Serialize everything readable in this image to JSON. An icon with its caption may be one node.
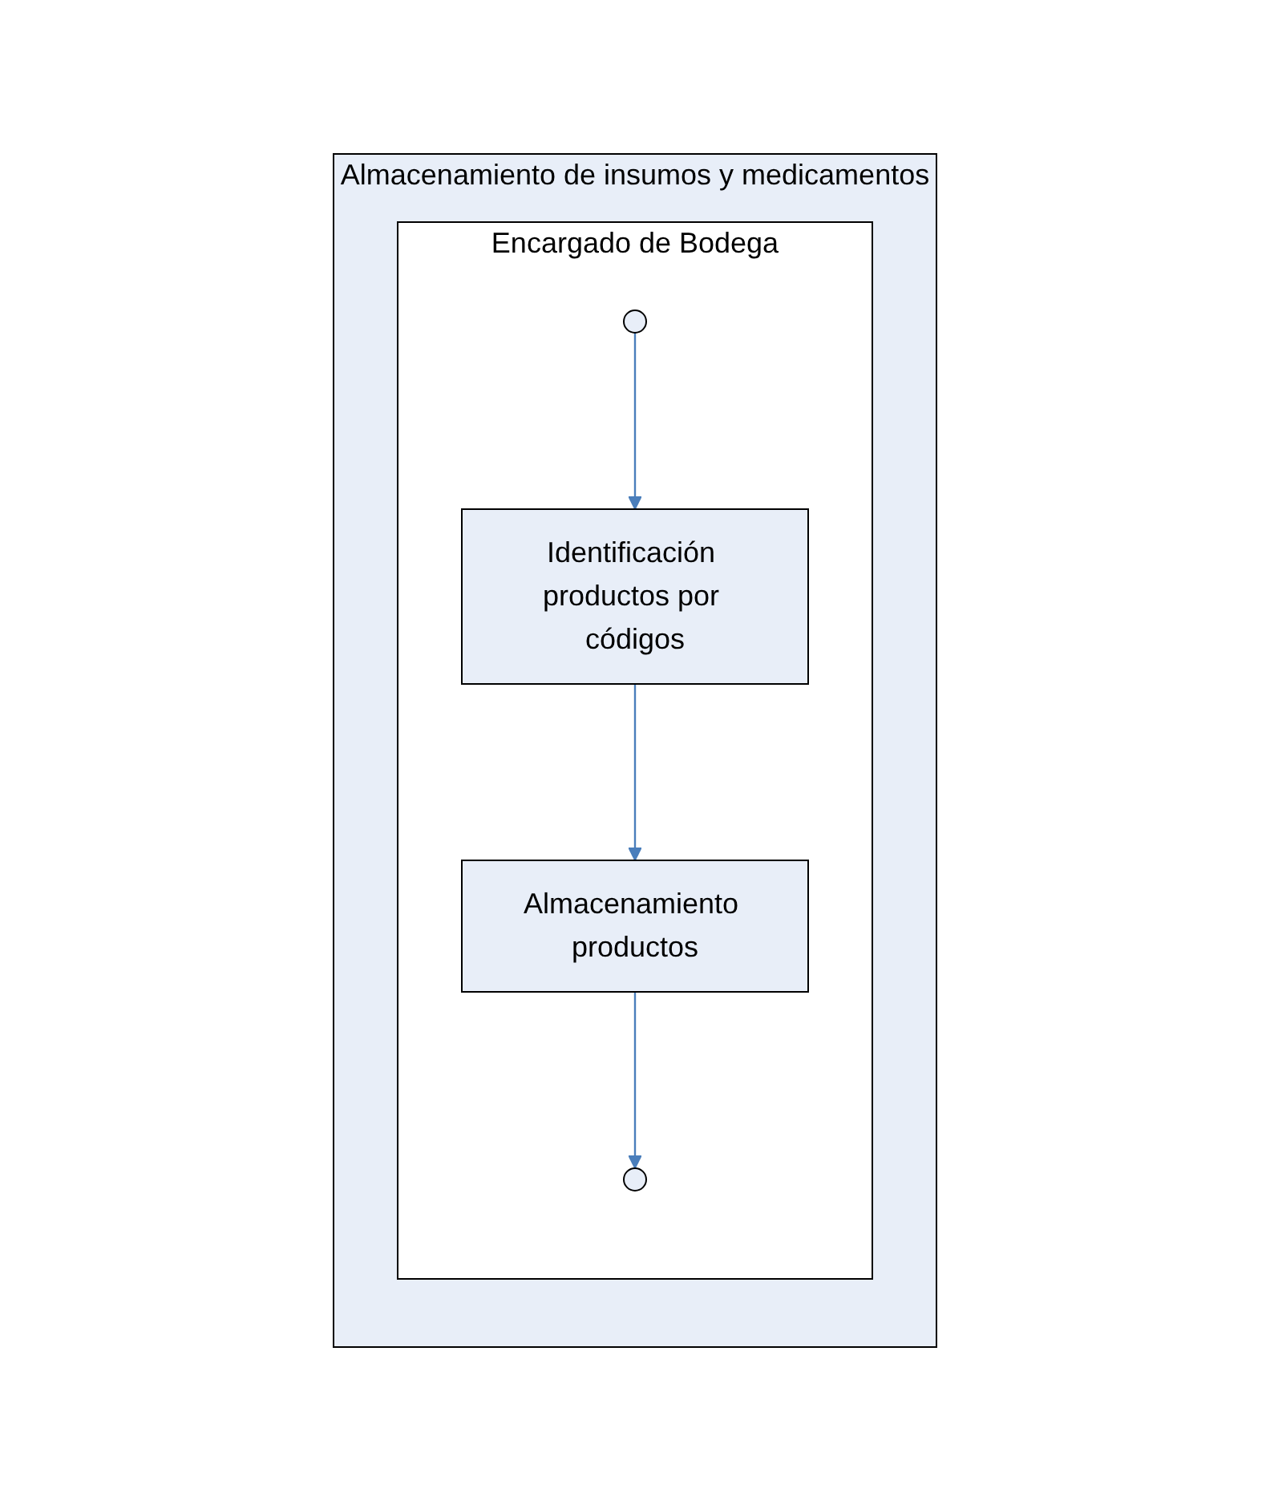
{
  "diagram": {
    "nodes": [
      {
        "text": [
          "Almacenamiento de insumos y medicamentos"
        ]
      },
      {
        "text": [
          "Encargado de Bodega"
        ],
        "in": 0
      },
      {
        "text": [],
        "shape": "circle",
        "in": 1
      },
      {
        "text": [
          "Identificación productos por códigos"
        ],
        "in": 1
      },
      {
        "text": [
          "Almacenamiento productos"
        ],
        "in": 1
      },
      {
        "text": [],
        "shape": "circle",
        "in": 1
      }
    ],
    "edges": [
      {
        "from": 2,
        "to": 3,
        "arrow": "to"
      },
      {
        "from": 3,
        "to": 4,
        "arrow": "to"
      },
      {
        "from": 4,
        "to": 5,
        "arrow": "to"
      }
    ]
  }
}
